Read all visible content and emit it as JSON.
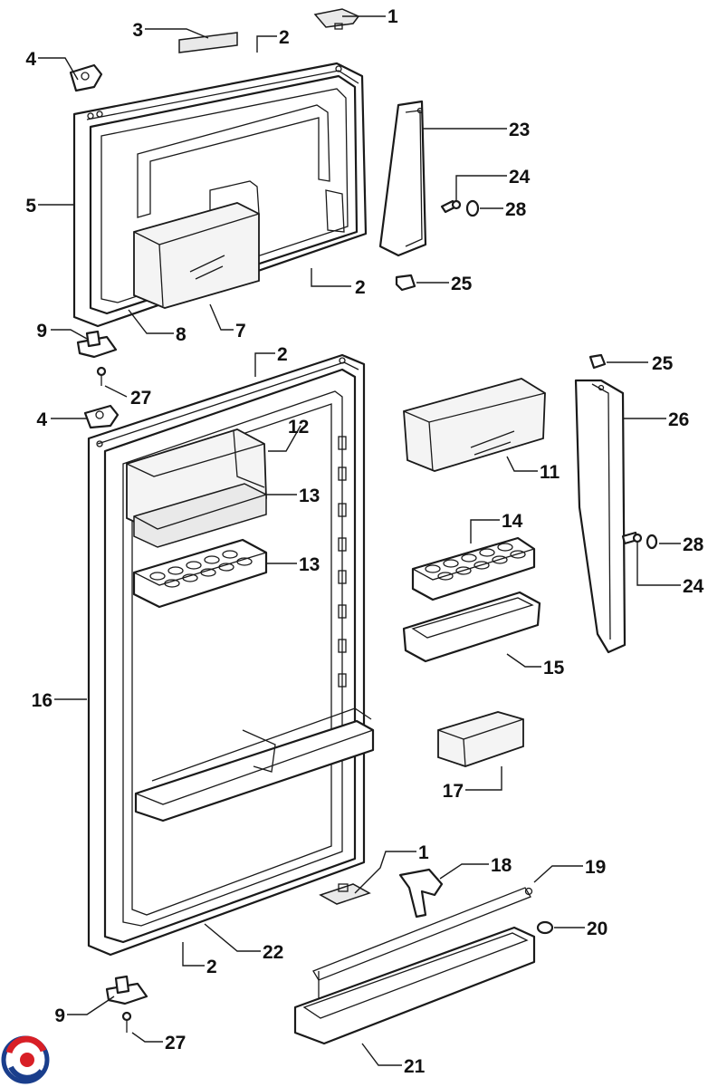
{
  "diagram": {
    "callouts": [
      {
        "key": "c1a",
        "label": "1"
      },
      {
        "key": "c2a",
        "label": "2"
      },
      {
        "key": "c3",
        "label": "3"
      },
      {
        "key": "c4a",
        "label": "4"
      },
      {
        "key": "c5",
        "label": "5"
      },
      {
        "key": "c23",
        "label": "23"
      },
      {
        "key": "c24a",
        "label": "24"
      },
      {
        "key": "c28a",
        "label": "28"
      },
      {
        "key": "c2b",
        "label": "2"
      },
      {
        "key": "c25a",
        "label": "25"
      },
      {
        "key": "c9a",
        "label": "9"
      },
      {
        "key": "c8",
        "label": "8"
      },
      {
        "key": "c7",
        "label": "7"
      },
      {
        "key": "c2c",
        "label": "2"
      },
      {
        "key": "c25b",
        "label": "25"
      },
      {
        "key": "c27a",
        "label": "27"
      },
      {
        "key": "c4b",
        "label": "4"
      },
      {
        "key": "c26",
        "label": "26"
      },
      {
        "key": "c12",
        "label": "12"
      },
      {
        "key": "c11",
        "label": "11"
      },
      {
        "key": "c13a",
        "label": "13"
      },
      {
        "key": "c14",
        "label": "14"
      },
      {
        "key": "c13b",
        "label": "13"
      },
      {
        "key": "c28b",
        "label": "28"
      },
      {
        "key": "c24b",
        "label": "24"
      },
      {
        "key": "c15",
        "label": "15"
      },
      {
        "key": "c16",
        "label": "16"
      },
      {
        "key": "c17",
        "label": "17"
      },
      {
        "key": "c1b",
        "label": "1"
      },
      {
        "key": "c18",
        "label": "18"
      },
      {
        "key": "c19",
        "label": "19"
      },
      {
        "key": "c20",
        "label": "20"
      },
      {
        "key": "c22",
        "label": "22"
      },
      {
        "key": "c2d",
        "label": "2"
      },
      {
        "key": "c9b",
        "label": "9"
      },
      {
        "key": "c27b",
        "label": "27"
      },
      {
        "key": "c21",
        "label": "21"
      }
    ]
  }
}
